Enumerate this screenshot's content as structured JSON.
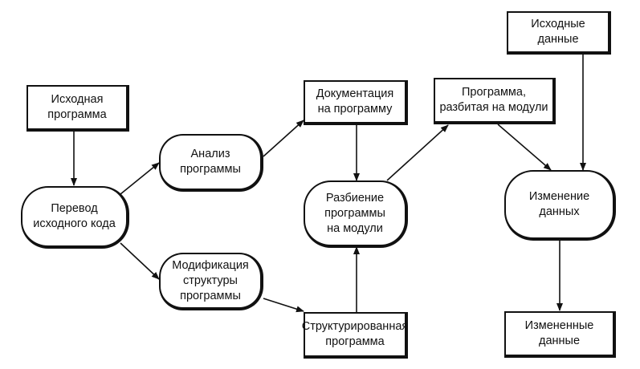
{
  "nodes": {
    "source_program": "Исходная\nпрограмма",
    "translation": "Перевод\nисходного кода",
    "analysis": "Анализ\nпрограммы",
    "modification": "Модификация\nструктуры\nпрограммы",
    "documentation": "Документация\nна программу",
    "partitioning": "Разбиение\nпрограммы\nна модули",
    "structured_program": "Структурированная\nпрограмма",
    "modular_program": "Программа,\nразбитая на модули",
    "source_data": "Исходные\nданные",
    "data_change": "Изменение\nданных",
    "changed_data": "Измененные\nданные"
  }
}
